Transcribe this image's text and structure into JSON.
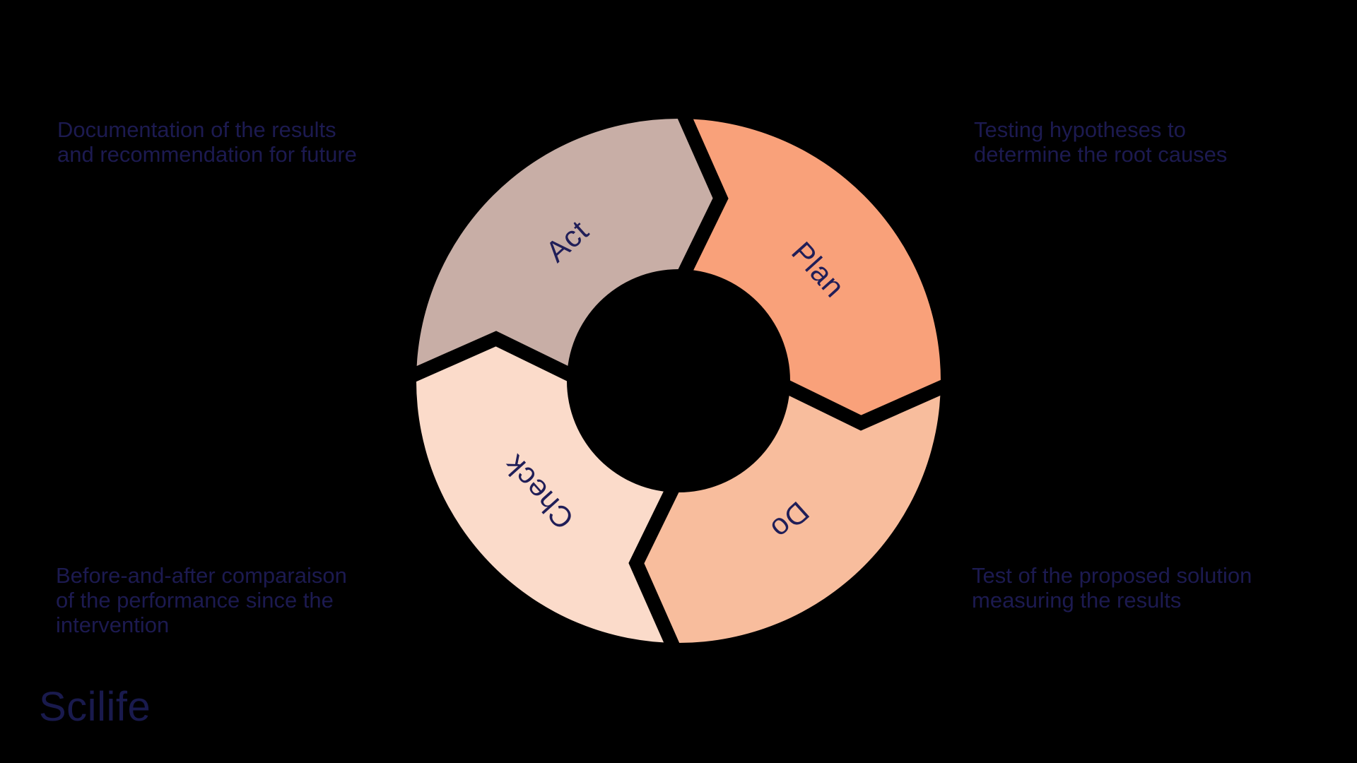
{
  "background_color": "#000000",
  "diagram": {
    "type": "pdca-cycle",
    "gap_color": "#000000",
    "text_color": "#201E58",
    "segments": [
      {
        "id": "plan",
        "label": "Plan",
        "color": "#F9A17A"
      },
      {
        "id": "do",
        "label": "Do",
        "color": "#F8BD9D"
      },
      {
        "id": "check",
        "label": "Check",
        "color": "#FBDBCA"
      },
      {
        "id": "act",
        "label": "Act",
        "color": "#C8AEA6"
      }
    ]
  },
  "annotations": {
    "top_left": {
      "lines": [
        "Documentation of the results",
        "and recommendation for future"
      ]
    },
    "top_right": {
      "lines": [
        "Testing hypotheses to",
        "determine the root causes"
      ]
    },
    "bottom_left": {
      "lines": [
        "Before-and-after comparaison",
        "of the performance since the",
        "intervention"
      ]
    },
    "bottom_right": {
      "lines": [
        "Test of the proposed solution",
        "measuring the results"
      ]
    }
  },
  "logo": {
    "text": "Scilife"
  }
}
